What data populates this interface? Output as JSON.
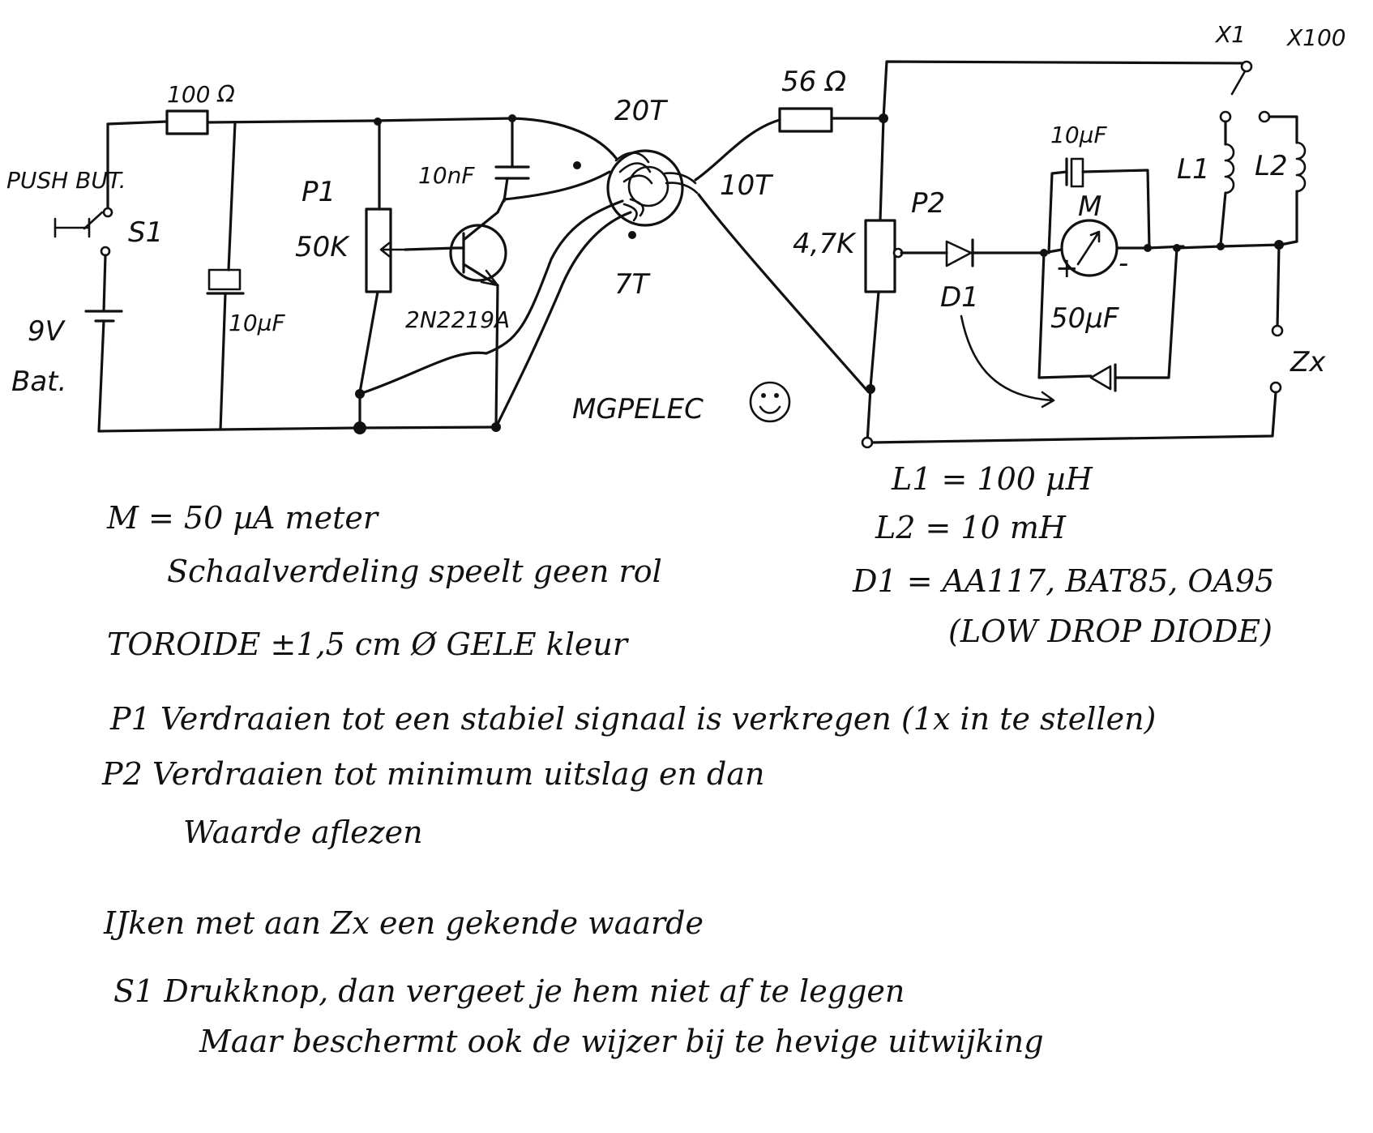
{
  "diagram": {
    "labels": {
      "r_100": "100 Ω",
      "push_button": "PUSH BUT.",
      "s1": "S1",
      "battery_9v": "9V",
      "battery_bat": "Bat.",
      "cap_10uf_left": "10µF",
      "p1": "P1",
      "p1_value": "50K",
      "cap_10nf": "10nF",
      "transistor": "2N2219A",
      "winding_20t": "20T",
      "winding_10t": "10T",
      "winding_7t": "7T",
      "author": "MGPELEC",
      "r_56": "56 Ω",
      "p2": "P2",
      "p2_value": "4,7K",
      "cap_10uf_right": "10µF",
      "meter": "M",
      "meter_plus": "+",
      "meter_minus": "-",
      "cap_50uf": "50µF",
      "d1": "D1",
      "range_x1": "X1",
      "range_x100": "X100",
      "l1": "L1",
      "l2": "L2",
      "zx": "Zx"
    },
    "parts_list": {
      "l1": "L1 = 100 µH",
      "l2": "L2 = 10 mH",
      "d1": "D1 = AA117, BAT85, OA95",
      "d1_note": "(LOW DROP DIODE)"
    }
  },
  "notes": [
    {
      "id": "meter",
      "lines": [
        "M = 50 µA meter",
        "Schaalverdeling speelt geen rol"
      ]
    },
    {
      "id": "toroide",
      "lines": [
        "TOROIDE ±1,5 cm Ø GELE kleur"
      ]
    },
    {
      "id": "p1",
      "lines": [
        "P1  Verdraaien tot een stabiel signaal is verkregen (1x in te stellen)"
      ]
    },
    {
      "id": "p2",
      "lines": [
        "P2  Verdraaien tot minimum uitslag en dan",
        "Waarde aflezen"
      ]
    },
    {
      "id": "ijken",
      "lines": [
        "IJken met aan Zx een gekende waarde"
      ]
    },
    {
      "id": "s1",
      "lines": [
        "S1  Drukknop, dan vergeet je hem niet af te leggen",
        "Maar beschermt ook de wijzer bij te hevige uitwijking"
      ]
    }
  ]
}
